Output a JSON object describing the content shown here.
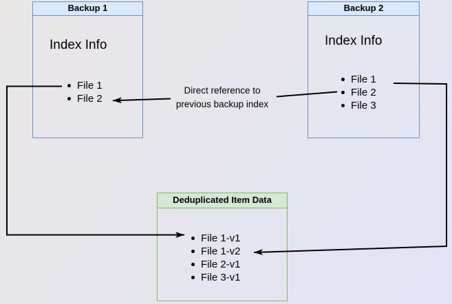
{
  "background": {
    "gradient_from": "#e9e7e6",
    "gradient_to": "#e2e4f6"
  },
  "colors": {
    "blue_fill": "#dae8fc",
    "blue_border": "#6c8ebf",
    "green_fill": "#d5e8d4",
    "green_border": "#82b366",
    "line": "#000000",
    "text": "#000000"
  },
  "backup1": {
    "title": "Backup 1",
    "subtitle": "Index Info",
    "items": [
      "File 1",
      "File 2"
    ]
  },
  "backup2": {
    "title": "Backup 2",
    "subtitle": "Index Info",
    "items": [
      "File 1",
      "File 2",
      "File 3"
    ]
  },
  "dedup": {
    "title": "Deduplicated Item Data",
    "items": [
      "File 1-v1",
      "File 1-v2",
      "File 2-v1",
      "File 3-v1"
    ]
  },
  "annotation": {
    "line1": "Direct reference to",
    "line2": "previous backup index"
  },
  "arrows": [
    {
      "name": "backup1-file1-to-dedup-file1v1",
      "from": "Backup 1 / File 1",
      "to": "Dedup / File 1-v1"
    },
    {
      "name": "backup2-file1-to-dedup-file1v2",
      "from": "Backup 2 / File 1",
      "to": "Dedup / File 1-v2"
    },
    {
      "name": "backup2-file2-to-backup1-file2",
      "from": "Backup 2 / File 2",
      "to": "Backup 1 / File 2"
    }
  ]
}
